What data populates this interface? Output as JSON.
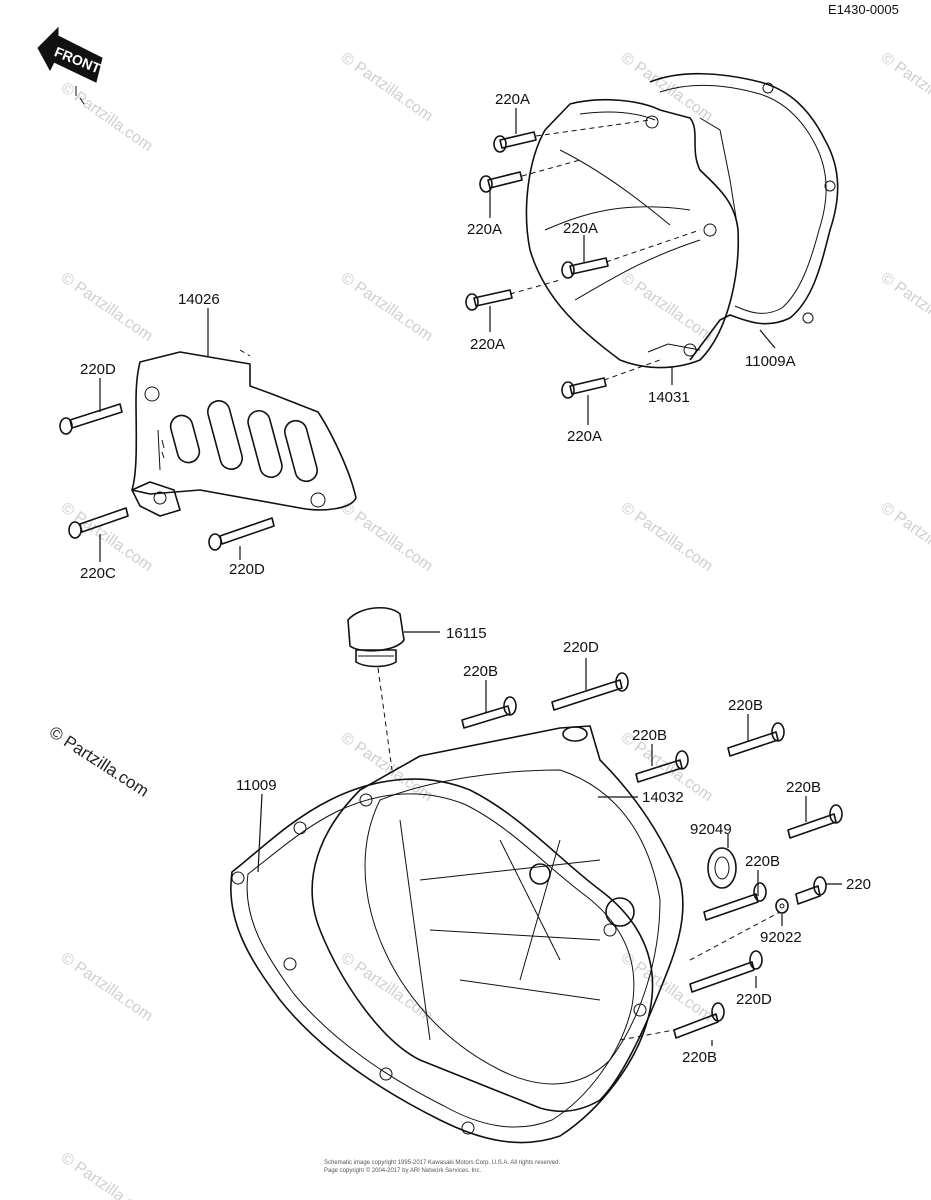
{
  "diagram_id": "E1430-0005",
  "front_label": "FRONT",
  "watermark": "© Partzilla.com",
  "copyright_lines": [
    "Schematic image copyright 1995-2017 Kawasaki Motors Corp. U.S.A. All rights reserved.",
    "Page copyright © 2004-2017 by ARI Network Services, Inc."
  ],
  "callouts": {
    "c220a_1": "220A",
    "c220a_2": "220A",
    "c220a_3": "220A",
    "c220a_4": "220A",
    "c220a_5": "220A",
    "c14031": "14031",
    "c11009a": "11009A",
    "c14026": "14026",
    "c220d_1": "220D",
    "c220c": "220C",
    "c220d_2": "220D",
    "c16115": "16115",
    "c220b_1": "220B",
    "c220d_3": "220D",
    "c220b_2": "220B",
    "c220b_3": "220B",
    "c14032": "14032",
    "c220b_4": "220B",
    "c11009": "11009",
    "c92049": "92049",
    "c220b_5": "220B",
    "c220": "220",
    "c92022": "92022",
    "c220d_4": "220D",
    "c220b_6": "220B"
  }
}
